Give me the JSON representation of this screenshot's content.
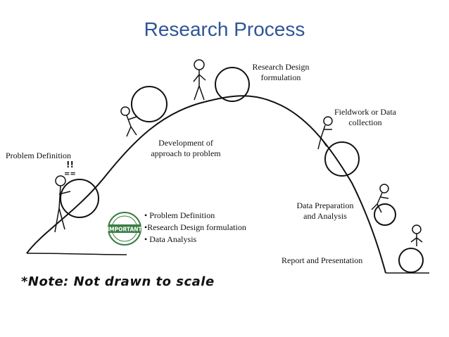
{
  "title": "Research Process",
  "labels": {
    "problem_definition": "Problem Definition",
    "development_line1": "Development of",
    "development_line2": "approach to problem",
    "research_design_line1": "Research Design",
    "research_design_line2": "formulation",
    "fieldwork_line1": "Fieldwork or Data",
    "fieldwork_line2": "collection",
    "data_prep_line1": "Data Preparation",
    "data_prep_line2": "and Analysis",
    "report": "Report and Presentation"
  },
  "stamp_text": "IMPORTANT",
  "bullets": [
    "• Problem Definition",
    "•Research Design formulation",
    "• Data Analysis"
  ],
  "note": "*Note: Not drawn to scale",
  "colors": {
    "title": "#2f5597",
    "stamp": "#3a7d44",
    "ink": "#111111"
  }
}
